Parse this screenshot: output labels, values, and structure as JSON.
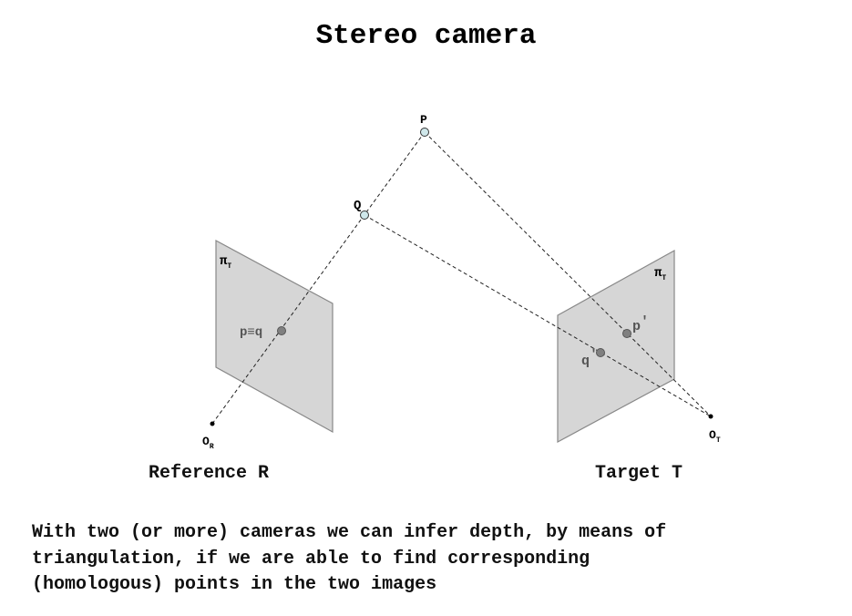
{
  "title": "Stereo camera",
  "points": {
    "P": "P",
    "Q": "Q",
    "pq": "p≡q",
    "p_prime": "p",
    "q_prime": "q",
    "prime": "'",
    "O_R": "O",
    "O_R_sub": "R",
    "O_T": "O",
    "O_T_sub": "T"
  },
  "planes": {
    "left_label": "π",
    "left_sub": "T",
    "right_label": "π",
    "right_sub": "T"
  },
  "captions": {
    "reference": "Reference R",
    "target": "Target T"
  },
  "description": "With two (or more) cameras we can infer depth, by means of\ntriangulation, if we are able to find corresponding\n(homologous) points in the two images",
  "colors": {
    "plane": "#d6d6d6",
    "plane_edge": "#888888",
    "world_point": "#cfe7ea",
    "image_point": "#808080"
  }
}
